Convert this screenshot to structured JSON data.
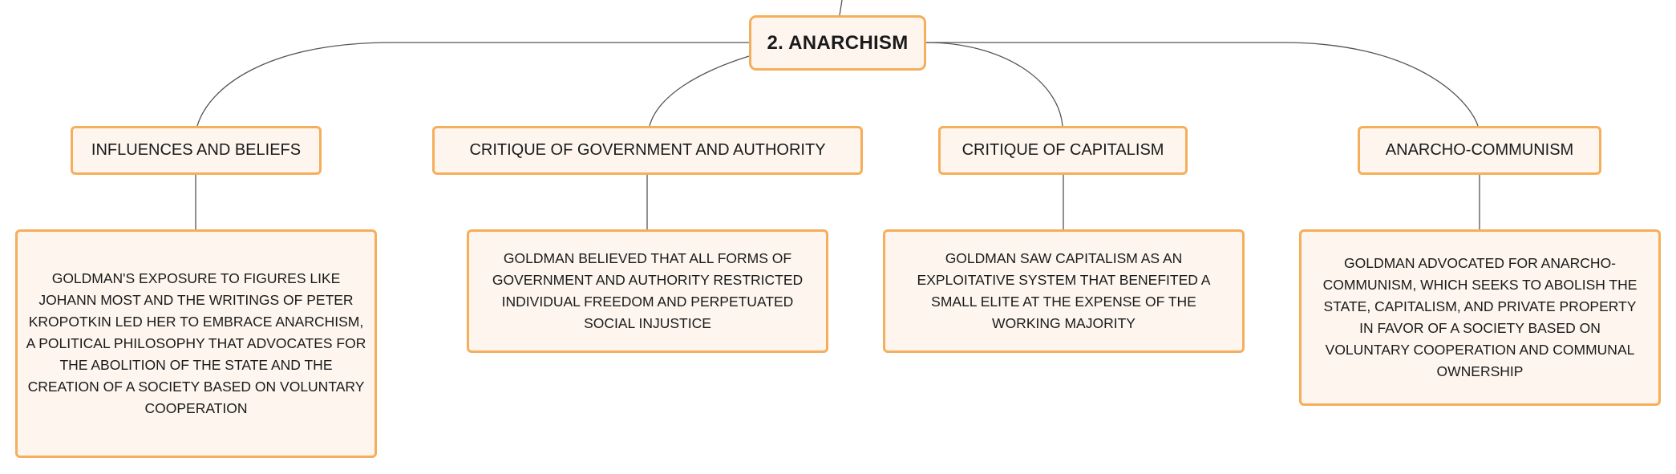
{
  "root": {
    "label": "2. ANARCHISM"
  },
  "categories": [
    {
      "label": "INFLUENCES AND BELIEFS",
      "description": "GOLDMAN'S EXPOSURE TO FIGURES LIKE JOHANN MOST AND THE WRITINGS OF PETER KROPOTKIN LED HER TO EMBRACE ANARCHISM, A POLITICAL PHILOSOPHY THAT ADVOCATES FOR THE ABOLITION OF THE STATE AND THE CREATION OF A SOCIETY BASED ON VOLUNTARY COOPERATION"
    },
    {
      "label": "CRITIQUE OF GOVERNMENT AND AUTHORITY",
      "description": "GOLDMAN BELIEVED THAT ALL FORMS OF GOVERNMENT AND AUTHORITY RESTRICTED INDIVIDUAL FREEDOM AND PERPETUATED SOCIAL INJUSTICE"
    },
    {
      "label": "CRITIQUE OF CAPITALISM",
      "description": "GOLDMAN SAW CAPITALISM AS AN EXPLOITATIVE SYSTEM THAT BENEFITED A SMALL ELITE AT THE EXPENSE OF THE WORKING MAJORITY"
    },
    {
      "label": "ANARCHO-COMMUNISM",
      "description": "GOLDMAN ADVOCATED FOR ANARCHO-COMMUNISM, WHICH SEEKS TO ABOLISH THE STATE, CAPITALISM, AND PRIVATE PROPERTY IN FAVOR OF A SOCIETY BASED ON VOLUNTARY COOPERATION AND COMMUNAL OWNERSHIP"
    }
  ],
  "colors": {
    "node_border": "#f5ae5a",
    "node_fill": "#fdf5ee",
    "connector": "#555555",
    "text": "#1a1a1a"
  }
}
